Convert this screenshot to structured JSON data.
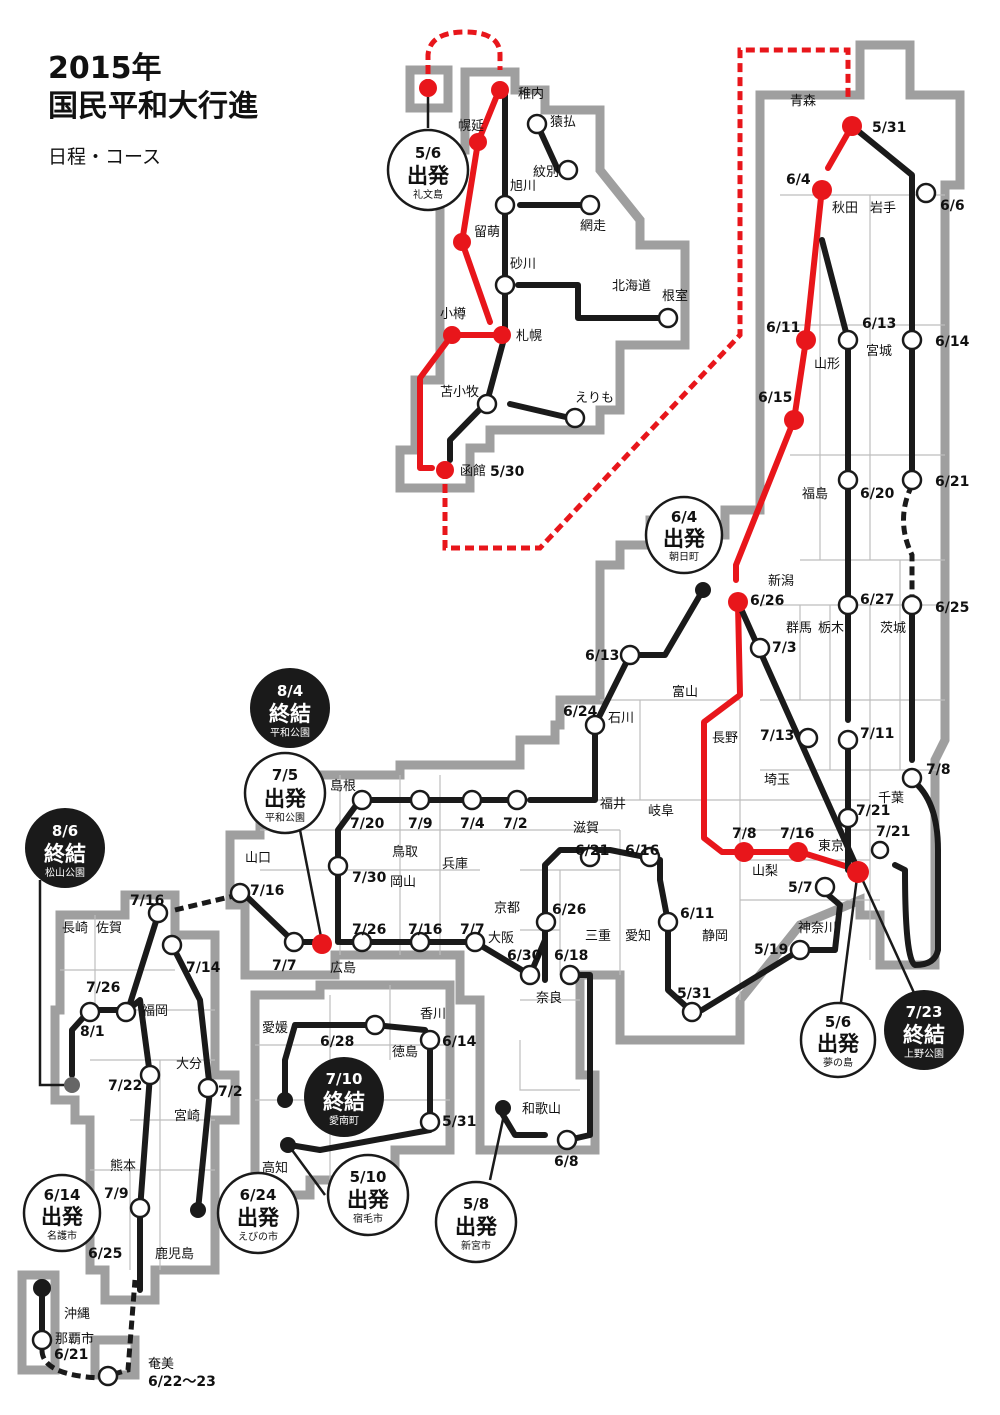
{
  "title": {
    "year": "2015年",
    "name": "国民平和大行進",
    "subtitle": "日程・コース"
  },
  "colors": {
    "route_red": "#e8161b",
    "route_black": "#1a1a1a",
    "coastline_gray": "#9f9f9f"
  },
  "places": {
    "wakkanai": "稚内",
    "horonobe": "幌延",
    "sarufutsu": "猿払",
    "monbetsu": "紋別",
    "asahikawa": "旭川",
    "abashiri": "網走",
    "rumoi": "留萌",
    "sunagawa": "砂川",
    "hokkaido": "北海道",
    "nemuro": "根室",
    "otaru": "小樽",
    "sapporo": "札幌",
    "tomakomai": "苫小牧",
    "erimo": "えりも",
    "hakodate": "函館",
    "aomori": "青森",
    "akita": "秋田",
    "iwate": "岩手",
    "yamagata": "山形",
    "miyagi": "宮城",
    "fukushima": "福島",
    "niigata": "新潟",
    "gunma": "群馬",
    "tochigi": "栃木",
    "ibaraki": "茨城",
    "toyama": "富山",
    "ishikawa": "石川",
    "nagano": "長野",
    "saitama": "埼玉",
    "chiba": "千葉",
    "tokyo": "東京",
    "yamanashi": "山梨",
    "kanagawa": "神奈川",
    "shizuoka": "静岡",
    "aichi": "愛知",
    "gifu": "岐阜",
    "fukui": "福井",
    "shiga": "滋賀",
    "mie": "三重",
    "kyoto": "京都",
    "osaka": "大阪",
    "nara": "奈良",
    "wakayama": "和歌山",
    "hyogo": "兵庫",
    "tottori": "鳥取",
    "okayama": "岡山",
    "shimane": "島根",
    "hiroshima": "広島",
    "yamaguchi": "山口",
    "kagawa": "香川",
    "tokushima": "徳島",
    "ehime": "愛媛",
    "kochi": "高知",
    "nagasaki": "長崎",
    "saga": "佐賀",
    "fukuoka": "福岡",
    "oita": "大分",
    "miyazaki": "宮崎",
    "kumamoto": "熊本",
    "kagoshima": "鹿児島",
    "okinawa": "沖縄",
    "naha": "那覇市",
    "amami": "奄美"
  },
  "dates": {
    "hakodate": "5/30",
    "aomori": "5/31",
    "akita": "6/4",
    "iwate": "6/6",
    "iwate2": "6/14",
    "iwate3": "6/21",
    "iwate4": "6/25",
    "iwate5": "7/8",
    "miyagi": "6/13",
    "fukushima": "6/20",
    "tochigi": "6/27",
    "tochigi2": "7/11",
    "yamagata": "6/11",
    "yamagata2": "6/15",
    "niigata": "6/26",
    "gunma": "7/3",
    "saitama": "7/13",
    "tokyo": "7/21",
    "chiba": "7/21",
    "yamanashi": "7/8",
    "yamanashi2": "7/16",
    "kanagawa": "5/7",
    "shizuoka": "5/19",
    "aichi": "5/31",
    "mie": "6/11",
    "gifu": "6/16",
    "shiga": "6/21",
    "kyoto": "6/26",
    "osaka": "6/30",
    "nara": "6/18",
    "wakayama": "6/8",
    "toyama": "6/13",
    "ishikawa": "6/24",
    "fukui": "7/2",
    "hyogo": "7/4",
    "tottori": "7/9",
    "shimane": "7/20",
    "okayama": "7/30",
    "hiroshima": "7/26",
    "hiroshima2": "7/16",
    "hiroshima3": "7/7",
    "yamaguchi": "7/7",
    "yamaguchi2": "7/16",
    "kyushu_n": "7/16",
    "fukuoka": "7/26",
    "nagasaki": "8/1",
    "kumamoto": "7/22",
    "kagoshima": "7/9",
    "kagoshima2": "6/25",
    "oita": "7/14",
    "miyazaki": "7/2",
    "okinawa": "6/21",
    "amami": "6/22～23",
    "shikoku_tk": "6/14",
    "shikoku_kg": "6/28",
    "shikoku_ko": "5/31"
  },
  "circles": {
    "rebun": {
      "date": "5/6",
      "kind": "出発",
      "place": "礼文島"
    },
    "asahi": {
      "date": "6/4",
      "kind": "出発",
      "place": "朝日町"
    },
    "heiwa_end": {
      "date": "8/4",
      "kind": "終結",
      "place": "平和公園"
    },
    "heiwa_start": {
      "date": "7/5",
      "kind": "出発",
      "place": "平和公園"
    },
    "matsuyama": {
      "date": "8/6",
      "kind": "終結",
      "place": "松山公園"
    },
    "ainan": {
      "date": "7/10",
      "kind": "終結",
      "place": "愛南町"
    },
    "sukumo": {
      "date": "5/10",
      "kind": "出発",
      "place": "宿毛市"
    },
    "shingu": {
      "date": "5/8",
      "kind": "出発",
      "place": "新宮市"
    },
    "yumenoshima": {
      "date": "5/6",
      "kind": "出発",
      "place": "夢の島"
    },
    "ueno": {
      "date": "7/23",
      "kind": "終結",
      "place": "上野公園"
    },
    "nago": {
      "date": "6/14",
      "kind": "出発",
      "place": "名護市"
    },
    "ebino": {
      "date": "6/24",
      "kind": "出発",
      "place": "えびの市"
    }
  }
}
